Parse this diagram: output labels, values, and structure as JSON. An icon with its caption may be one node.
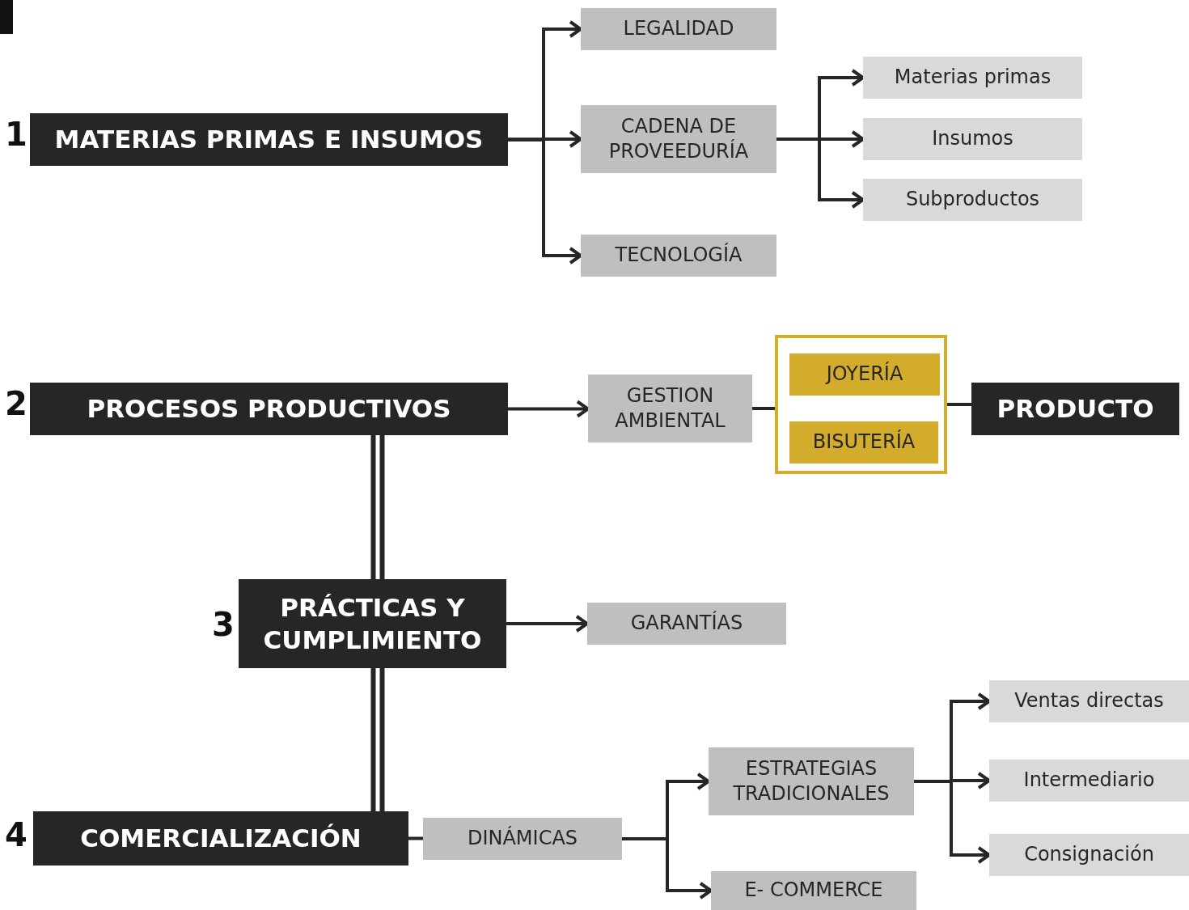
{
  "diagram": {
    "nodes": [
      {
        "text": [
          "MATERIAS PRIMAS E INSUMOS"
        ],
        "beside": [
          "1"
        ]
      },
      {
        "text": [
          "LEGALIDAD"
        ]
      },
      {
        "text": [
          "CADENA DE PROVEEDURÍA"
        ]
      },
      {
        "text": [
          "TECNOLOGÍA"
        ]
      },
      {
        "text": [
          "Materias primas"
        ]
      },
      {
        "text": [
          "Insumos"
        ]
      },
      {
        "text": [
          "Subproductos"
        ]
      },
      {
        "text": [
          "PROCESOS PRODUCTIVOS"
        ],
        "beside": [
          "2"
        ]
      },
      {
        "text": [
          "GESTION AMBIENTAL"
        ]
      },
      {
        "text": [],
        "shape": "box"
      },
      {
        "text": [
          "JOYERÍA"
        ],
        "in": 9
      },
      {
        "text": [
          "BISUTERÍA"
        ],
        "in": 9
      },
      {
        "text": [
          "PRODUCTO"
        ]
      },
      {
        "text": [
          "PRÁCTICAS Y CUMPLIMIENTO"
        ],
        "beside": [
          "3"
        ]
      },
      {
        "text": [
          "GARANTÍAS"
        ]
      },
      {
        "text": [
          "COMERCIALIZACIÓN"
        ],
        "beside": [
          "4"
        ]
      },
      {
        "text": [
          "DINÁMICAS"
        ]
      },
      {
        "text": [
          "ESTRATEGIAS TRADICIONALES"
        ]
      },
      {
        "text": [
          "E- COMMERCE"
        ]
      },
      {
        "text": [
          "Ventas directas"
        ]
      },
      {
        "text": [
          "Intermediario"
        ]
      },
      {
        "text": [
          "Consignación"
        ]
      }
    ],
    "edges": [
      {
        "from": 0,
        "to": 1,
        "arrow": "to"
      },
      {
        "from": 0,
        "to": 2,
        "arrow": "to"
      },
      {
        "from": 0,
        "to": 3,
        "arrow": "to"
      },
      {
        "from": 2,
        "to": 4,
        "arrow": "to"
      },
      {
        "from": 2,
        "to": 5,
        "arrow": "to"
      },
      {
        "from": 2,
        "to": 6,
        "arrow": "to"
      },
      {
        "from": 7,
        "to": 8,
        "arrow": "to"
      },
      {
        "from": 8,
        "to": 9,
        "arrow": "none"
      },
      {
        "from": 9,
        "to": 12,
        "arrow": "none"
      },
      {
        "from": 7,
        "to": 13,
        "arrow": "none",
        "style": "thick"
      },
      {
        "from": 13,
        "to": 14,
        "arrow": "to"
      },
      {
        "from": 13,
        "to": 15,
        "arrow": "none",
        "style": "thick"
      },
      {
        "from": 15,
        "to": 16,
        "arrow": "none"
      },
      {
        "from": 16,
        "to": 17,
        "arrow": "to"
      },
      {
        "from": 16,
        "to": 18,
        "arrow": "to"
      },
      {
        "from": 17,
        "to": 19,
        "arrow": "to"
      },
      {
        "from": 17,
        "to": 20,
        "arrow": "to"
      },
      {
        "from": 17,
        "to": 21,
        "arrow": "to"
      }
    ]
  }
}
